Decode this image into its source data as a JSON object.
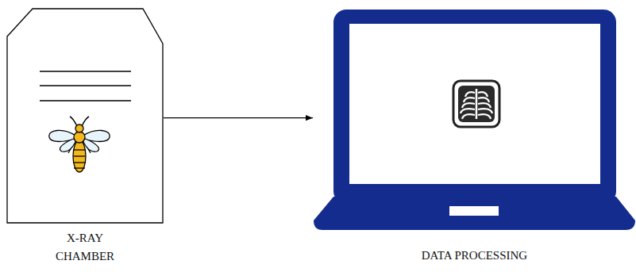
{
  "diagram": {
    "nodes": [
      {
        "text": [
          "X-RAY CHAMBER"
        ]
      },
      {
        "text": [
          "DATA PROCESSING"
        ]
      }
    ],
    "edges": [
      {
        "from": 0,
        "to": 1,
        "arrow": "to"
      }
    ]
  }
}
